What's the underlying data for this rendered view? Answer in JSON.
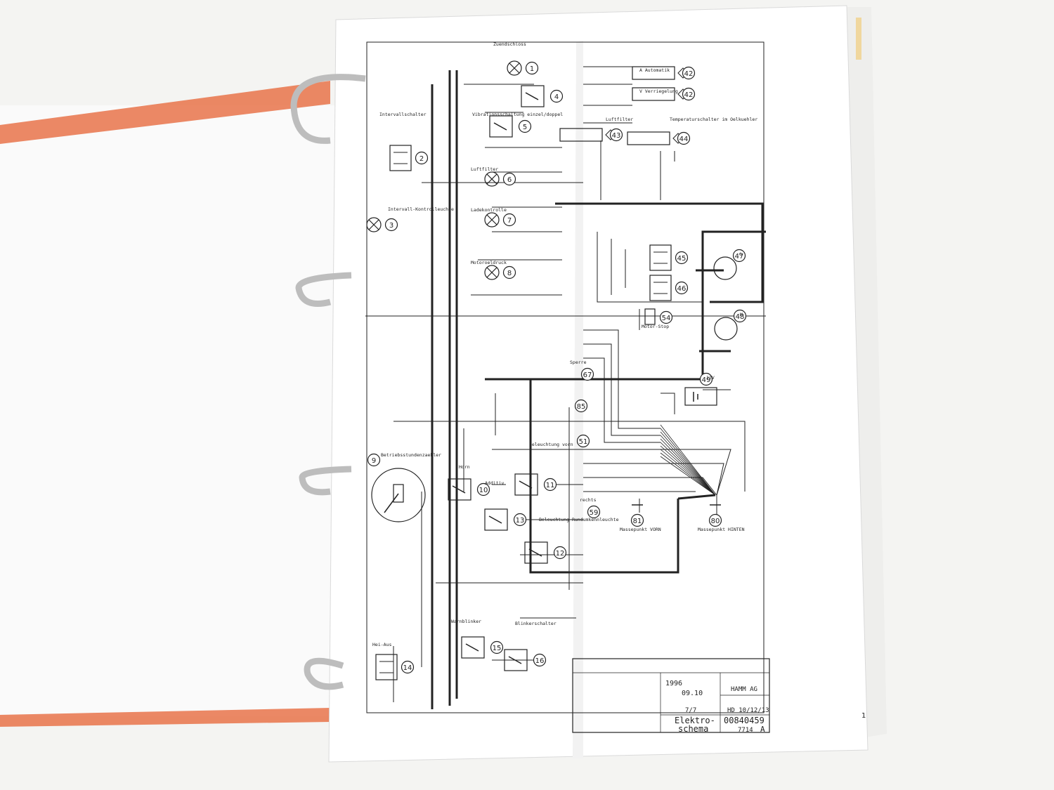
{
  "colors": {
    "background": "#f4f4f2",
    "page": "#ffffff",
    "binder_tab": "#e8734a",
    "ink": "#222222",
    "ring": "#c8c8c8"
  },
  "components": [
    {
      "num": "1",
      "label": "Zuendschloss"
    },
    {
      "num": "2",
      "label": "Intervallschalter"
    },
    {
      "num": "3",
      "label": "Intervall-Kontrolleuchte"
    },
    {
      "num": "4",
      "label": ""
    },
    {
      "num": "5",
      "label": "Vibrationsschaltung einzel/doppel"
    },
    {
      "num": "6",
      "label": "Luftfilter"
    },
    {
      "num": "7",
      "label": "Ladekontrolle"
    },
    {
      "num": "8",
      "label": "Motoroeldruck"
    },
    {
      "num": "9",
      "label": "Betriebsstundenzaehler"
    },
    {
      "num": "10",
      "label": "Horn"
    },
    {
      "num": "11",
      "label": "Beleuchtung vorn"
    },
    {
      "num": "12",
      "label": "Beleuchtung Rundumkennleuchte"
    },
    {
      "num": "13",
      "label": "Additiv"
    },
    {
      "num": "14",
      "label": "Hei-Aus"
    },
    {
      "num": "15",
      "label": "Warnblinker"
    },
    {
      "num": "16",
      "label": "Blinkerschalter"
    }
  ],
  "components_right": [
    {
      "num": "42",
      "label": "A Automatik"
    },
    {
      "num": "42",
      "label": "V Verriegelung"
    },
    {
      "num": "43",
      "label": "Luftfilter"
    },
    {
      "num": "44",
      "label": "Temperaturschalter im Oelkuehler"
    },
    {
      "num": "45",
      "label": ""
    },
    {
      "num": "46",
      "label": ""
    },
    {
      "num": "47",
      "label": "G"
    },
    {
      "num": "48",
      "label": "M"
    },
    {
      "num": "49",
      "label": "12V"
    },
    {
      "num": "51",
      "label": ""
    },
    {
      "num": "54",
      "label": "Motor-Stop"
    },
    {
      "num": "59",
      "label": "rechts"
    },
    {
      "num": "67",
      "label": "Sperre"
    },
    {
      "num": "80",
      "label": "Massepunkt HINTEN"
    },
    {
      "num": "81",
      "label": "Massepunkt VORN"
    },
    {
      "num": "85",
      "label": ""
    }
  ],
  "title_block": {
    "year": "1996",
    "date": "09.10",
    "sheet": "7/7",
    "company": "HAMM AG",
    "title_line1": "Elektro-",
    "title_line2": "schema",
    "doc_number": "00840459",
    "ref": "HD 10/12/13",
    "code": "7714",
    "revision": "A"
  },
  "page_corner_mark": "1"
}
